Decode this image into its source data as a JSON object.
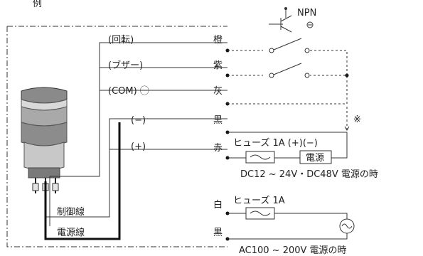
{
  "header_fragment": "例",
  "transistor_label": "NPN",
  "wires": {
    "rotation": {
      "name": "(回転)",
      "color": "橙"
    },
    "buzzer": {
      "name": "(ブザー)",
      "color": "紫"
    },
    "com": {
      "name": "(COM) ㊀",
      "color": "灰"
    },
    "negative": {
      "name": "(−)",
      "color": "黒"
    },
    "positive": {
      "name": "(+)",
      "color": "赤"
    },
    "ac_white": {
      "color": "白"
    },
    "ac_black": {
      "color": "黒"
    }
  },
  "note_mark": "※",
  "fuse_dc_label": "ヒューズ 1A (+)(−)",
  "power_box_label": "電源",
  "dc_caption": "DC12 ~ 24V・DC48V 電源の時",
  "fuse_ac_label": "ヒューズ 1A",
  "ac_caption": "AC100 ~ 200V 電源の時",
  "control_wire_label": "制御線",
  "power_wire_label": "電源線"
}
